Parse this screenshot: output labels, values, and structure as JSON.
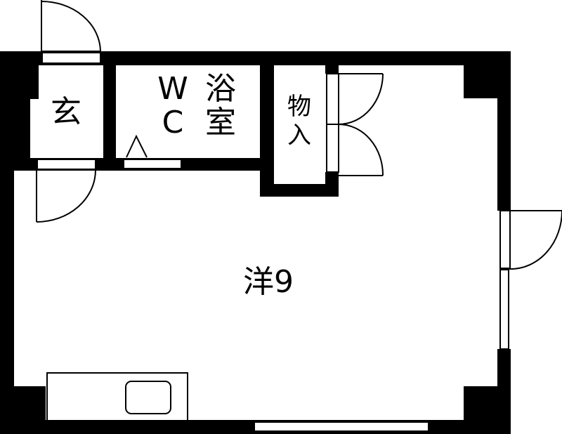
{
  "floor_plan": {
    "rooms": {
      "genkan": {
        "label": "玄"
      },
      "wc": {
        "label_line1": "W",
        "label_line2": "C"
      },
      "bath": {
        "label_line1": "浴",
        "label_line2": "室"
      },
      "storage": {
        "label_line1": "物",
        "label_line2": "入"
      },
      "western": {
        "label": "洋9"
      }
    },
    "colors": {
      "wall": "#000000",
      "floor": "#ffffff",
      "line": "#000000"
    }
  }
}
